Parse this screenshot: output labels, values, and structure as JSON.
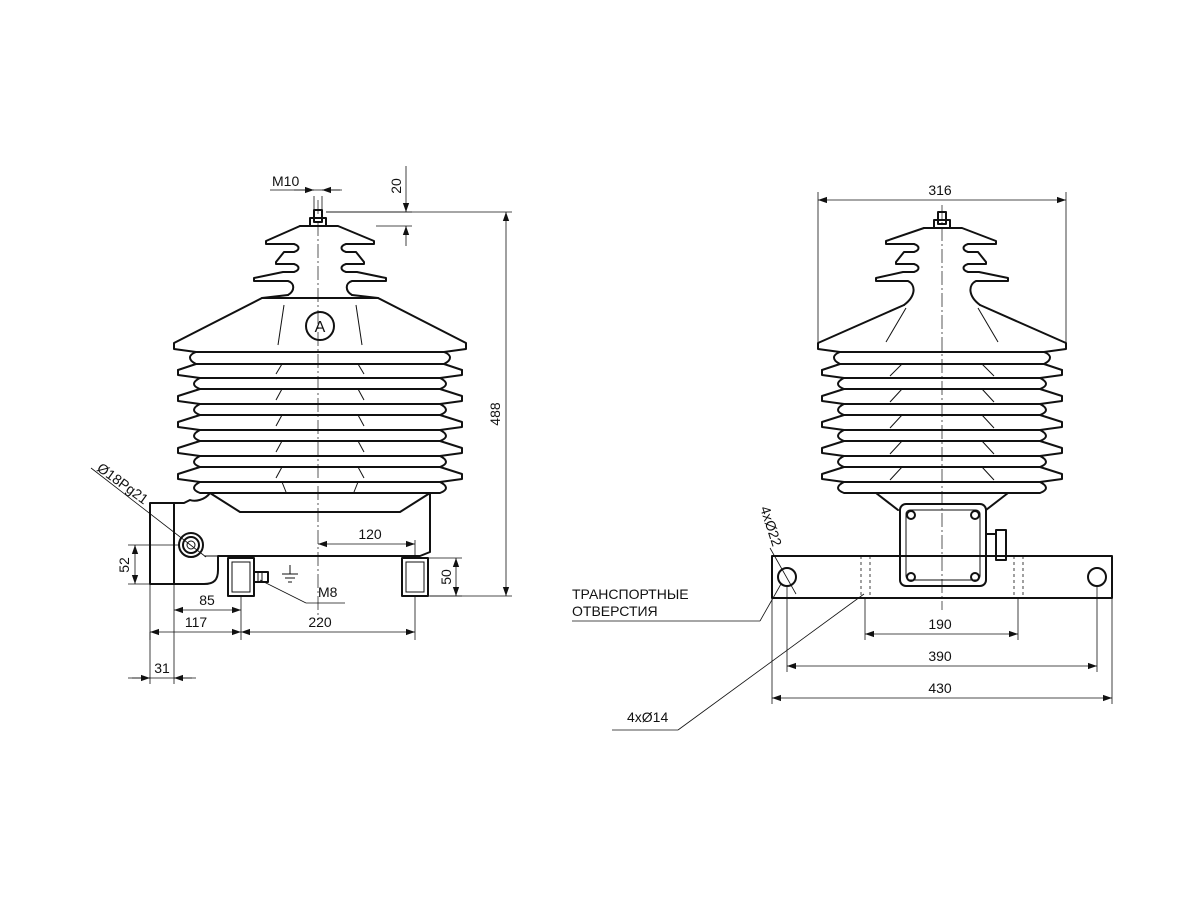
{
  "labels": {
    "m10": "M10",
    "d20": "20",
    "d488": "488",
    "d120": "120",
    "d52": "52",
    "d50": "50",
    "m8": "M8",
    "d85": "85",
    "d117": "117",
    "d220": "220",
    "d31": "31",
    "cable_gland": "Ø18Pg21",
    "terminal_mark": "A",
    "d316": "316",
    "holes_22": "4xØ22",
    "transport_line1": "ТРАНСПОРТНЫЕ",
    "transport_line2": "ОТВЕРСТИЯ",
    "d190": "190",
    "d390": "390",
    "d430": "430",
    "holes_14": "4xØ14"
  },
  "colors": {
    "line": "#111111",
    "background": "#ffffff"
  },
  "icons": {
    "ground": "ground-symbol-icon"
  }
}
